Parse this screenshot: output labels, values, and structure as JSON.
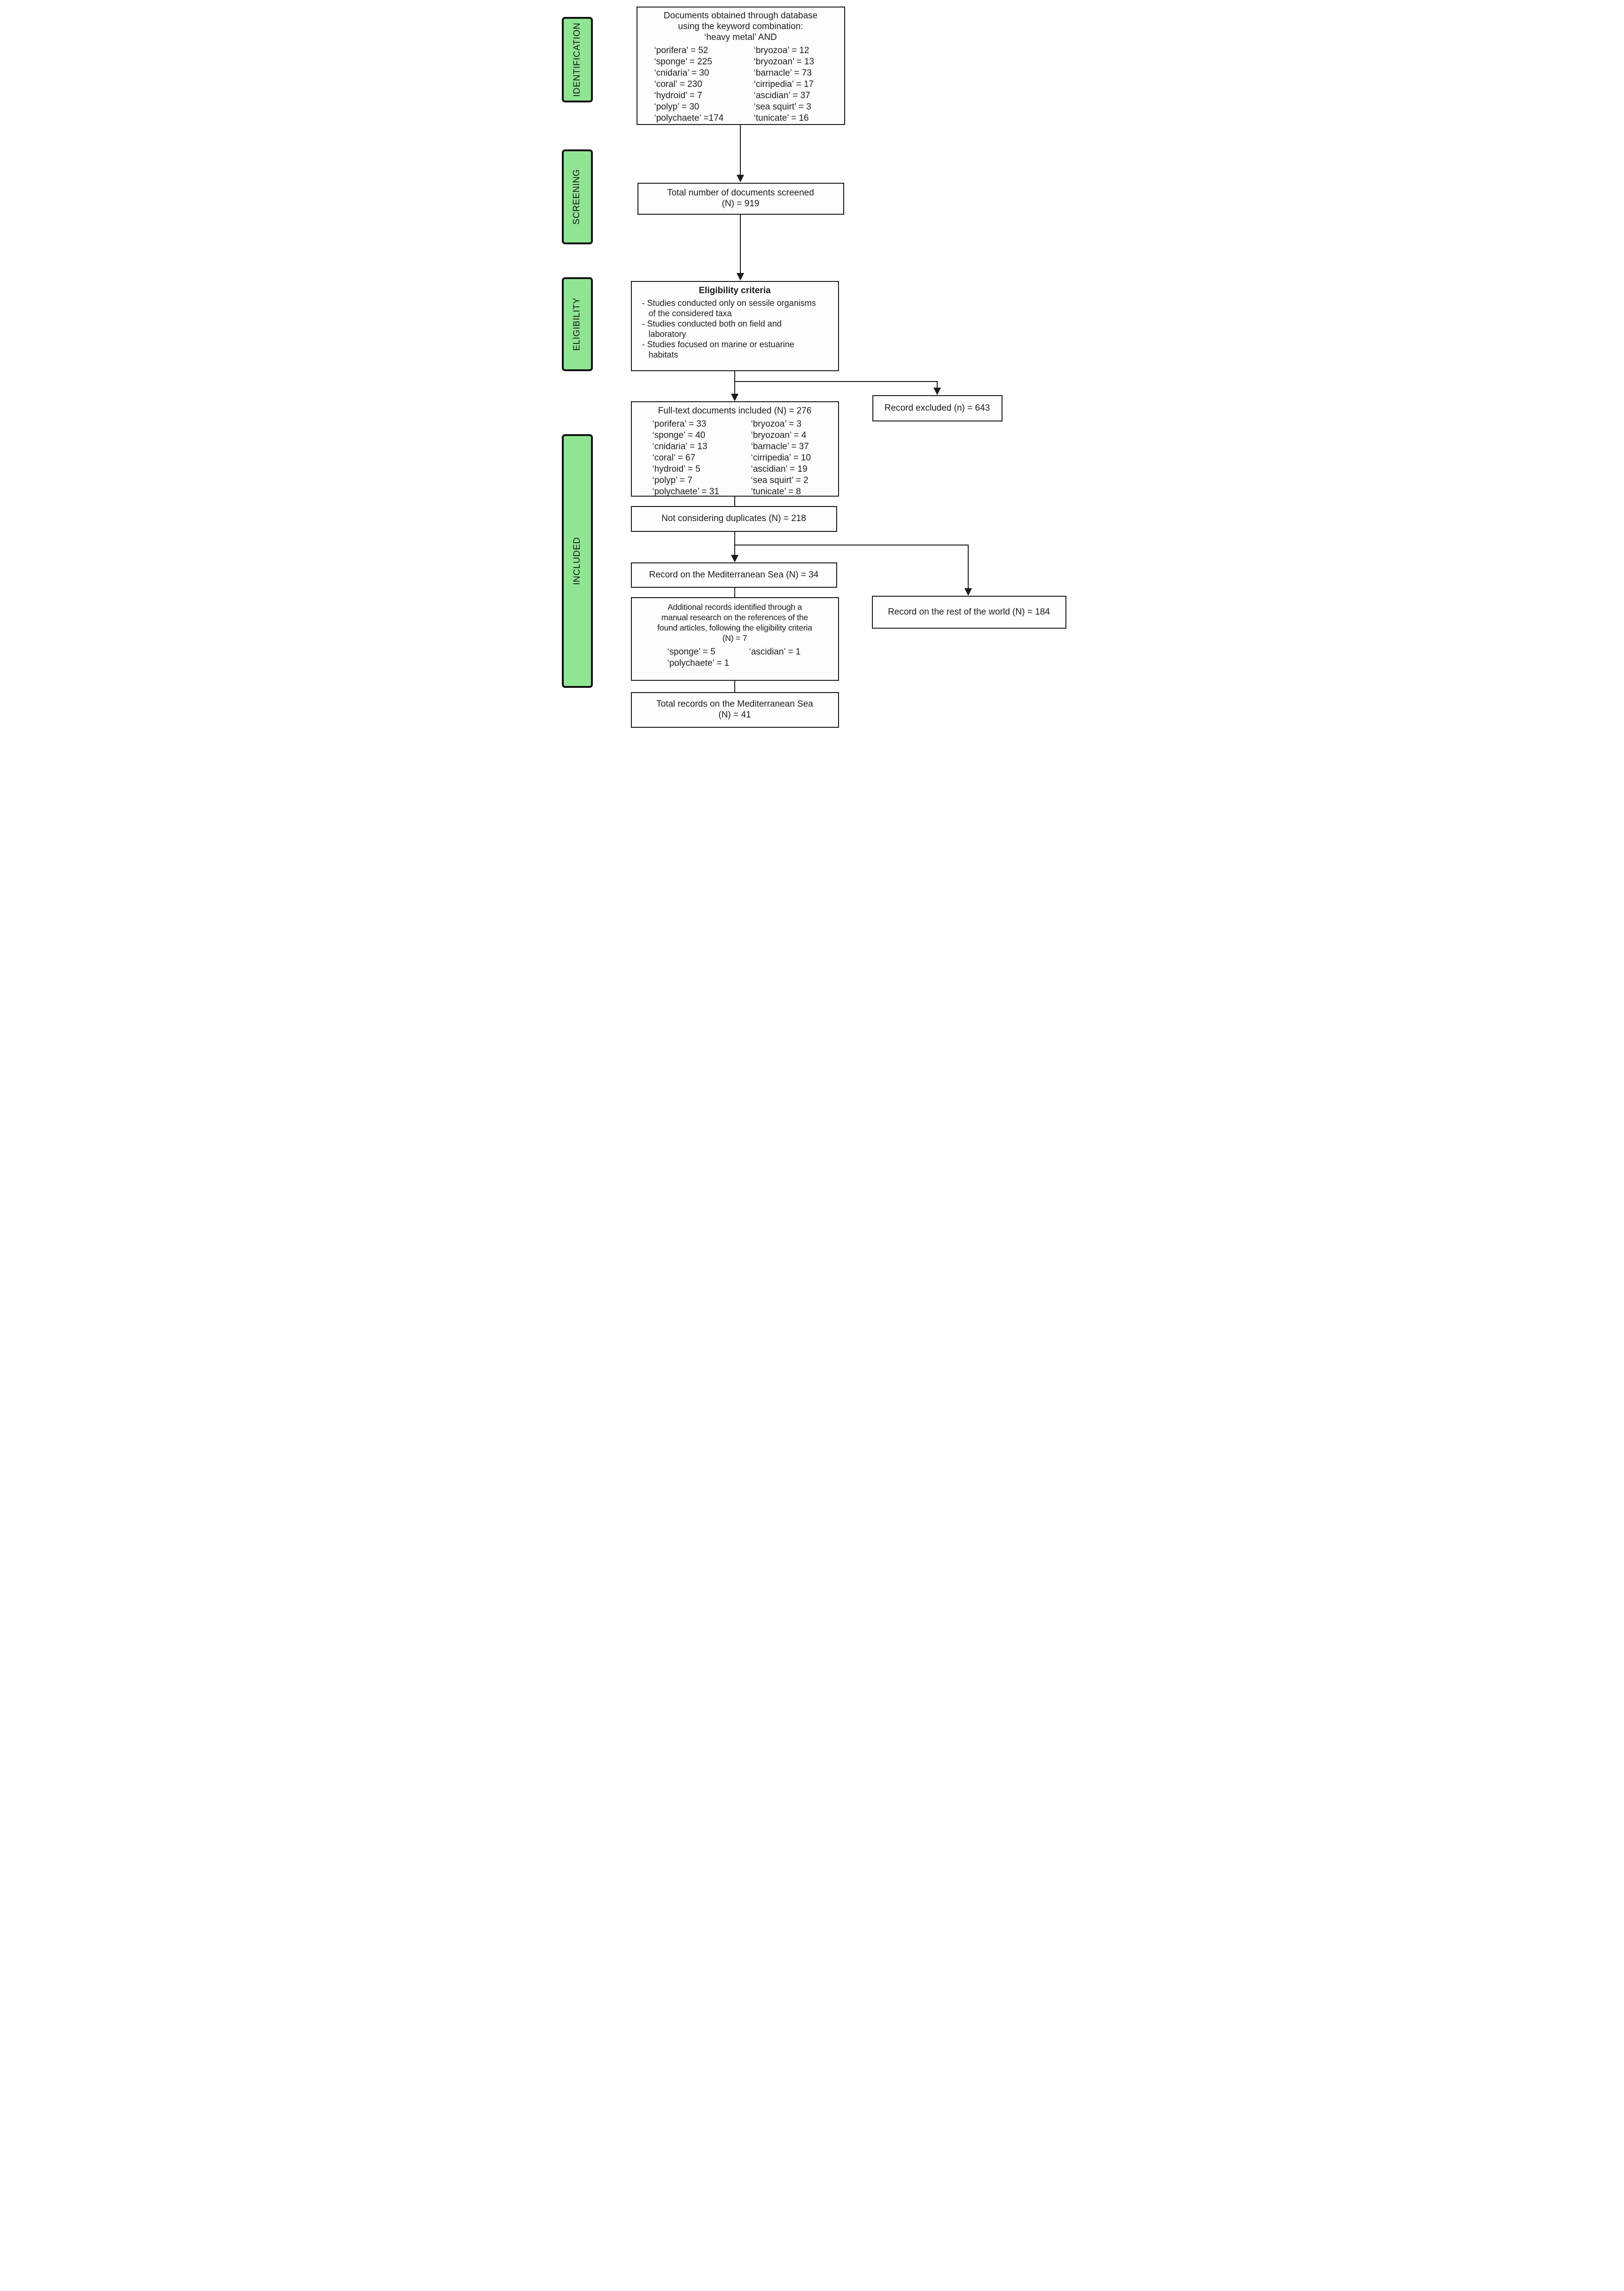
{
  "colors": {
    "stage_fill": "#90E593",
    "stage_border": "#111111",
    "box_border": "#1a1a1a",
    "background": "#ffffff",
    "text": "#1b1b1b"
  },
  "stages": {
    "identification": "IDENTIFICATION",
    "screening": "SCREENING",
    "eligibility": "ELIGIBILITY",
    "included": "INCLUDED"
  },
  "boxes": {
    "documents_obtained": {
      "title": "Documents obtained through database\nusing the keyword combination:\n‘heavy metal’ AND",
      "keywords_left": [
        "‘porifera’ = 52",
        "‘sponge’ = 225",
        "‘cnidaria’ = 30",
        "‘coral’ = 230",
        "‘hydroid’ = 7",
        "‘polyp’ = 30",
        "‘polychaete’ =174"
      ],
      "keywords_right": [
        "‘bryozoa’ = 12",
        "‘bryozoan’ = 13",
        "‘barnacle’ = 73",
        "‘cirripedia’ = 17",
        "‘ascidian’ = 37",
        "‘sea squirt’ = 3",
        "‘tunicate’ = 16"
      ]
    },
    "screened": {
      "text": "Total number of documents screened\n(N) = 919"
    },
    "eligibility_criteria": {
      "title": "Eligibility criteria",
      "items": [
        "- Studies conducted only on sessile organisms\nof the considered taxa",
        "- Studies conducted both on field and\nlaboratory",
        "- Studies focused on marine or estuarine\nhabitats"
      ]
    },
    "full_text_included": {
      "title": "Full-text documents included (N) = 276",
      "keywords_left": [
        "‘porifera’ = 33",
        "‘sponge’ = 40",
        "‘cnidaria’ = 13",
        "‘coral’ = 67",
        "‘hydroid’ = 5",
        "‘polyp’ = 7",
        "‘polychaete’ = 31"
      ],
      "keywords_right": [
        "‘bryozoa’ = 3",
        "‘bryozoan’ = 4",
        "‘barnacle’ = 37",
        "‘cirripedia’ = 10",
        "‘ascidian’ = 19",
        "‘sea squirt’ = 2",
        "‘tunicate’ = 8"
      ]
    },
    "record_excluded": {
      "text": "Record excluded (n) = 643"
    },
    "duplicates": {
      "text": "Not considering duplicates (N) = 218"
    },
    "mediterranean": {
      "text": "Record on the Mediterranean Sea (N) = 34"
    },
    "rest_of_world": {
      "text": "Record on the rest of the world (N) = 184"
    },
    "additional_records": {
      "title": "Additional records identified through a\nmanual research on the references of the\nfound articles, following the eligibility criteria\n(N) = 7",
      "keywords_left": [
        "‘sponge’ = 5",
        "‘polychaete’ = 1"
      ],
      "keywords_right": [
        "‘ascidian’ = 1"
      ]
    },
    "total_mediterranean": {
      "text": "Total records on the Mediterranean Sea\n(N) = 41"
    }
  }
}
